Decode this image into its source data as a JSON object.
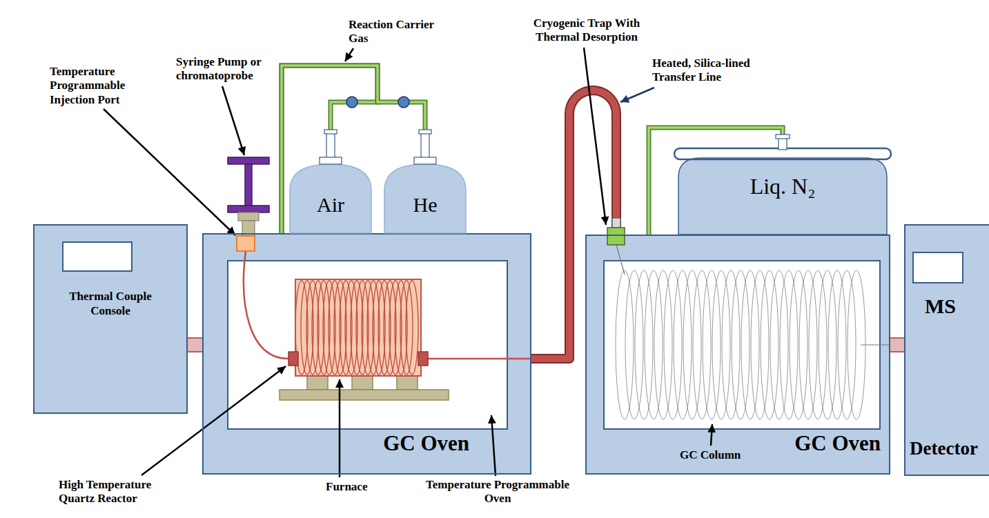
{
  "diagram": {
    "nodes": [
      {
        "text": [
          "Thermal Couple Console"
        ]
      },
      {
        "text": [
          "GC Oven"
        ]
      },
      {
        "text": [
          "Air"
        ]
      },
      {
        "text": [
          "He"
        ]
      },
      {
        "text": [
          "Liq. N₂"
        ]
      },
      {
        "text": [
          "GC Oven"
        ]
      },
      {
        "text": [
          "MS",
          "Detector"
        ]
      }
    ],
    "edges": [
      {
        "from": 0,
        "to": 1,
        "arrow": "none"
      },
      {
        "from": 2,
        "to": 1,
        "arrow": "none"
      },
      {
        "from": 3,
        "to": 1,
        "arrow": "none"
      },
      {
        "from": 1,
        "to": 5,
        "arrow": "none"
      },
      {
        "from": 4,
        "to": 5,
        "arrow": "none"
      },
      {
        "from": 5,
        "to": 6,
        "arrow": "none"
      }
    ],
    "labels": [
      "Reaction Carrier Gas",
      "Cryogenic Trap With Thermal Desorption",
      "Syringe Pump or chromatoprobe",
      "Heated, Silica-lined Transfer Line",
      "Temperature Programmable Injection Port",
      "GC Column",
      "High Temperature Quartz Reactor",
      "Furnace",
      "Temperature Programmable Oven"
    ]
  }
}
